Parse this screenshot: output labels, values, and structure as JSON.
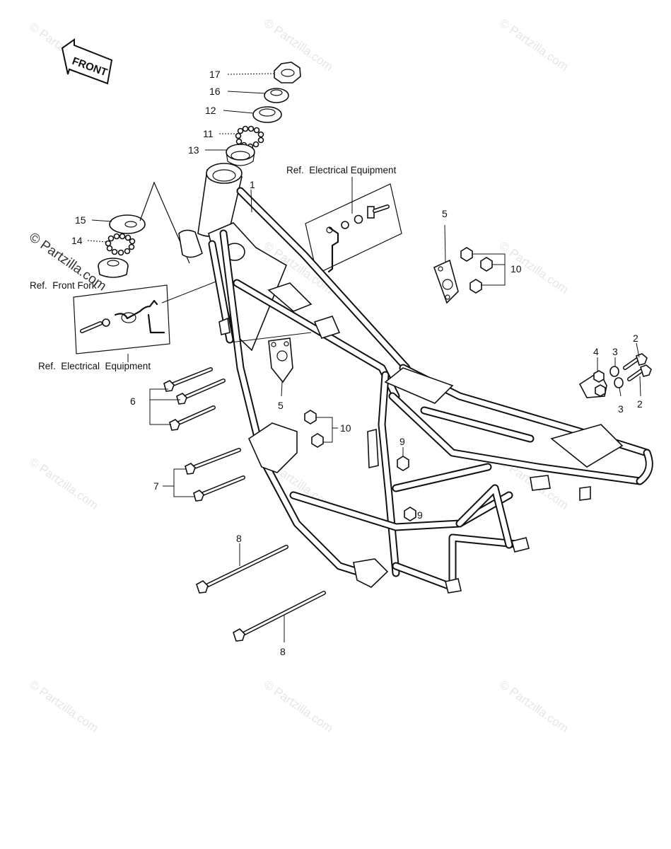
{
  "watermark": {
    "text": "© Partzilla.com"
  },
  "front_arrow": {
    "label": "FRONT"
  },
  "references": {
    "electrical_upper": "Ref.  Electrical Equipment",
    "electrical_lower": "Ref.  Electrical  Equipment",
    "front_fork": "Ref.  Front Fork"
  },
  "callouts": [
    {
      "id": "1",
      "text": "1"
    },
    {
      "id": "2a",
      "text": "2"
    },
    {
      "id": "2b",
      "text": "2"
    },
    {
      "id": "3a",
      "text": "3"
    },
    {
      "id": "3b",
      "text": "3"
    },
    {
      "id": "4",
      "text": "4"
    },
    {
      "id": "5a",
      "text": "5"
    },
    {
      "id": "5b",
      "text": "5"
    },
    {
      "id": "6",
      "text": "6"
    },
    {
      "id": "7",
      "text": "7"
    },
    {
      "id": "8a",
      "text": "8"
    },
    {
      "id": "8b",
      "text": "8"
    },
    {
      "id": "9a",
      "text": "9"
    },
    {
      "id": "9b",
      "text": "9"
    },
    {
      "id": "10a",
      "text": "10"
    },
    {
      "id": "10b",
      "text": "10"
    },
    {
      "id": "11",
      "text": "11"
    },
    {
      "id": "12",
      "text": "12"
    },
    {
      "id": "13",
      "text": "13"
    },
    {
      "id": "14",
      "text": "14"
    },
    {
      "id": "15",
      "text": "15"
    },
    {
      "id": "16",
      "text": "16"
    },
    {
      "id": "17",
      "text": "17"
    }
  ]
}
